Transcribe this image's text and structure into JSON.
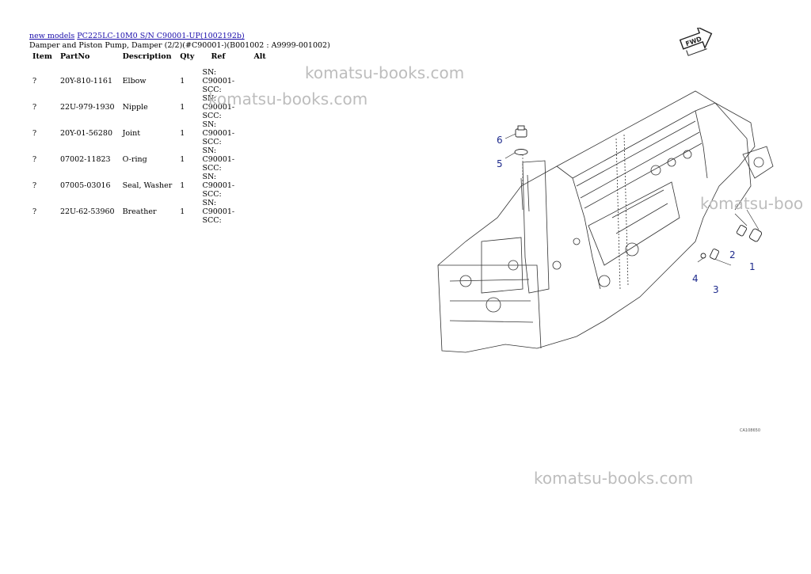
{
  "breadcrumb": {
    "link1": "new models",
    "link2": "PC225LC-10M0 S/N C90001-UP(1002192b)"
  },
  "subtitle": "Damper and Piston Pump, Damper (2/2)(#C90001-)(B001002 : A9999-001002)",
  "table": {
    "headers": [
      "Item",
      "PartNo",
      "Description",
      "Qty",
      "Ref",
      "Alt"
    ],
    "rows": [
      {
        "item": "?",
        "partno": "20Y-810-1161",
        "description": "Elbow",
        "qty": "1",
        "ref": "SN: C90001-SCC:",
        "alt": ""
      },
      {
        "item": "?",
        "partno": "22U-979-1930",
        "description": "Nipple",
        "qty": "1",
        "ref": "SN: C90001-SCC:",
        "alt": ""
      },
      {
        "item": "?",
        "partno": "20Y-01-56280",
        "description": "Joint",
        "qty": "1",
        "ref": "SN: C90001-SCC:",
        "alt": ""
      },
      {
        "item": "?",
        "partno": "07002-11823",
        "description": "O-ring",
        "qty": "1",
        "ref": "SN: C90001-SCC:",
        "alt": ""
      },
      {
        "item": "?",
        "partno": "07005-03016",
        "description": "Seal, Washer",
        "qty": "1",
        "ref": "SN: C90001-SCC:",
        "alt": ""
      },
      {
        "item": "?",
        "partno": "22U-62-53960",
        "description": "Breather",
        "qty": "1",
        "ref": "SN: C90001-SCC:",
        "alt": ""
      }
    ]
  },
  "watermarks": [
    "komatsu-books.com",
    "komatsu-books.com",
    "komatsu-boo",
    "komatsu-books.com"
  ],
  "diagram": {
    "fwd_label": "FWD",
    "callouts": [
      "1",
      "2",
      "3",
      "4",
      "5",
      "6"
    ],
    "image_code": "CA108650",
    "callout_color": "#1e2a8c"
  }
}
